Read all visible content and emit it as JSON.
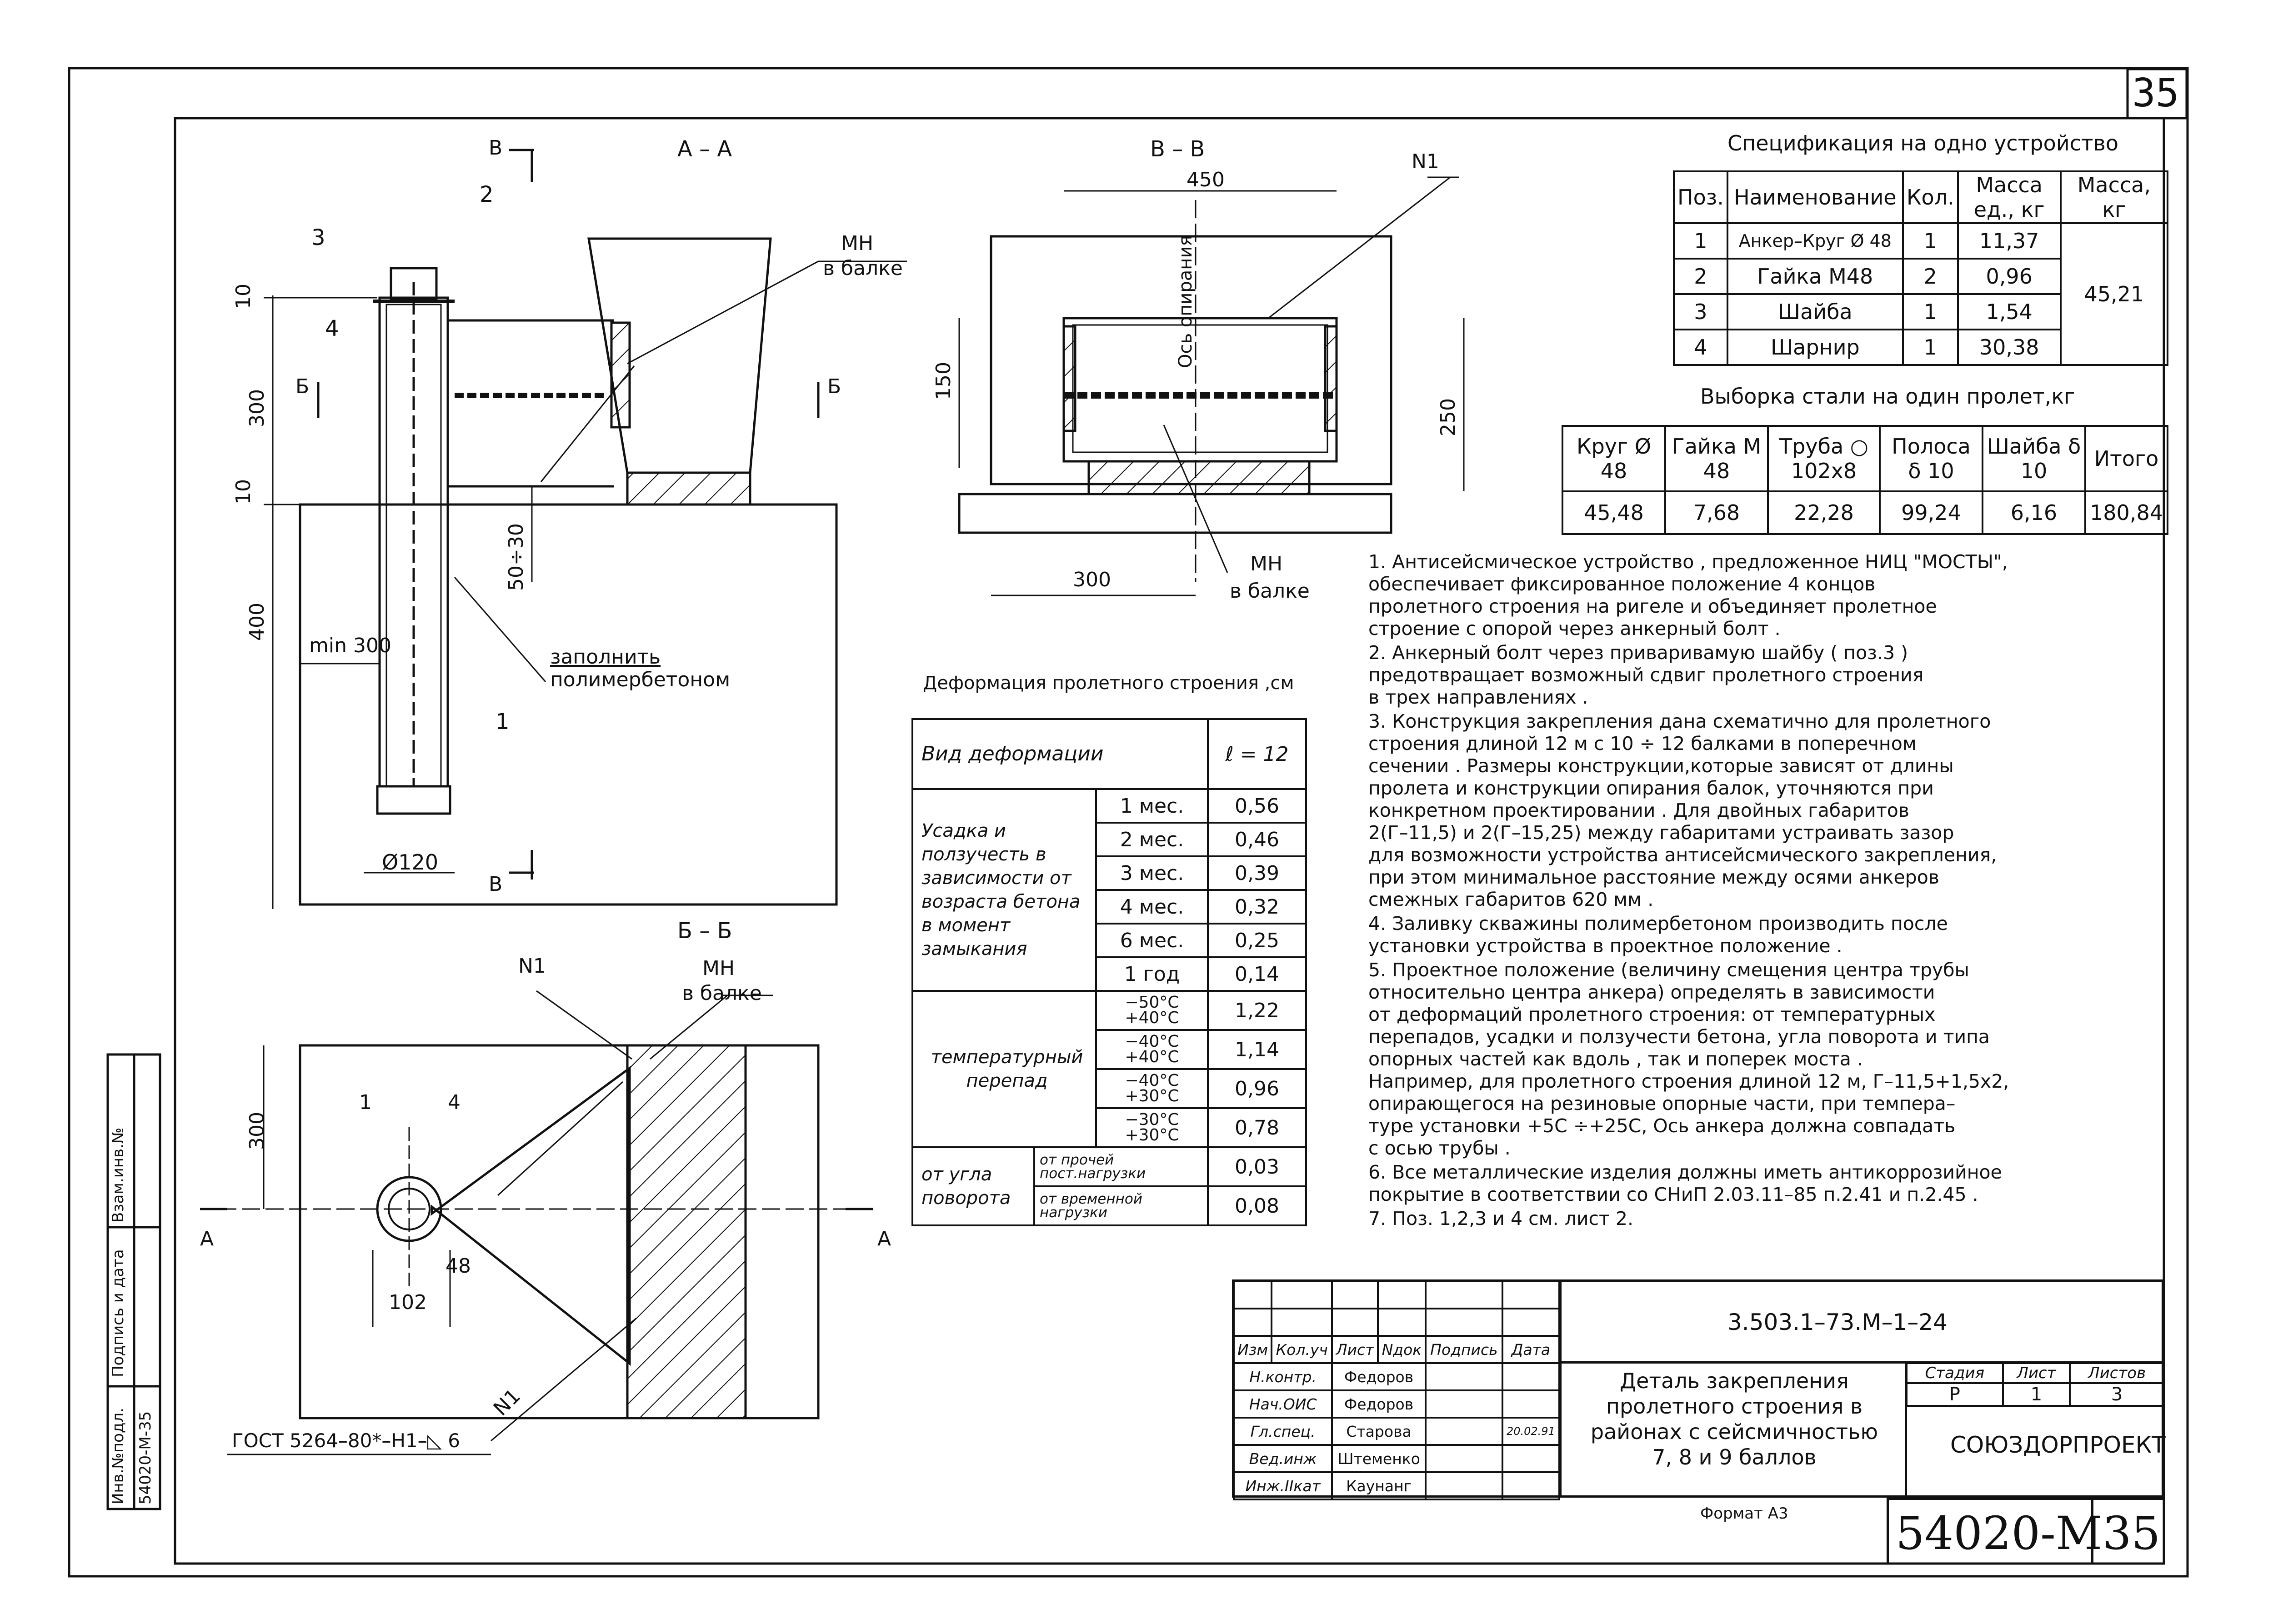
{
  "sheet": {
    "number": "35",
    "format": "Формат А3",
    "code": "54020-М",
    "code_number": "35"
  },
  "side_stamp": {
    "labels": [
      "Инв.№подл.",
      "Подпись и дата",
      "Взам.инв.№"
    ],
    "inv_value": "54020-М-35"
  },
  "views": {
    "aa": {
      "title": "А – А",
      "marks": [
        "В",
        "В",
        "Б",
        "Б"
      ],
      "positions": [
        "2",
        "3",
        "4",
        "1"
      ],
      "dims": [
        "10",
        "300",
        "10",
        "400",
        "50÷30",
        "min 300",
        "Ø120"
      ],
      "callouts": [
        "МН",
        "в балке",
        "заполнить",
        "полимербетоном"
      ]
    },
    "bb": {
      "title": "В – В",
      "dims": [
        "450",
        "150",
        "250",
        "300"
      ],
      "labels": [
        "N1",
        "Ось опирания",
        "МН",
        "в балке"
      ]
    },
    "cc": {
      "title": "Б – Б",
      "dims": [
        "300",
        "48",
        "102"
      ],
      "labels": [
        "N1",
        "МН",
        "в балке",
        "1",
        "4",
        "N1",
        "А",
        "А"
      ],
      "gost": "ГОСТ 5264–80*–Н1–◺ 6"
    }
  },
  "spec_table": {
    "title": "Спецификация на одно устройство",
    "headers": [
      "Поз.",
      "Наименование",
      "Кол.",
      "Масса ед., кг",
      "Масса, кг"
    ],
    "rows": [
      [
        "1",
        "Анкер–Круг Ø 48",
        "1",
        "11,37"
      ],
      [
        "2",
        "Гайка М48",
        "2",
        "0,96"
      ],
      [
        "3",
        "Шайба",
        "1",
        "1,54"
      ],
      [
        "4",
        "Шарнир",
        "1",
        "30,38"
      ]
    ],
    "total_mass": "45,21"
  },
  "steel_table": {
    "title": "Выборка стали на один пролет,кг",
    "headers": [
      "Круг Ø 48",
      "Гайка М 48",
      "Труба ○ 102х8",
      "Полоса δ 10",
      "Шайба δ 10",
      "Итого"
    ],
    "values": [
      "45,48",
      "7,68",
      "22,28",
      "99,24",
      "6,16",
      "180,84"
    ]
  },
  "deform_table": {
    "title": "Деформация пролетного строения ,см",
    "header_kind": "Вид деформации",
    "header_l": "ℓ = 12",
    "group1": "Усадка и ползучесть в зависимости от возраста бетона в момент замыкания",
    "group1_rows": [
      [
        "1 мес.",
        "0,56"
      ],
      [
        "2 мес.",
        "0,46"
      ],
      [
        "3 мес.",
        "0,39"
      ],
      [
        "4 мес.",
        "0,32"
      ],
      [
        "6 мес.",
        "0,25"
      ],
      [
        "1 год",
        "0,14"
      ]
    ],
    "group2": "температурный перепад",
    "group2_rows": [
      [
        "−50°С +40°С",
        "1,22"
      ],
      [
        "−40°С +40°С",
        "1,14"
      ],
      [
        "−40°С +30°С",
        "0,96"
      ],
      [
        "−30°С +30°С",
        "0,78"
      ]
    ],
    "group3": "от угла поворота",
    "group3_rows": [
      [
        "от прочей пост.нагрузки",
        "0,03"
      ],
      [
        "от временной нагрузки",
        "0,08"
      ]
    ]
  },
  "notes": [
    "1. Антисейсмическое устройство , предложенное НИЦ \"МОСТЫ\",\nобеспечивает фиксированное положение 4 концов\nпролетного строения на ригеле и объединяет пролетное\nстроение с опорой через анкерный болт .",
    "2. Анкерный болт через приваривамую шайбу ( поз.3 )\nпредотвращает возможный сдвиг пролетного строения\nв трех направлениях .",
    "3. Конструкция закрепления дана схематично для пролетного\nстроения длиной 12 м с 10 ÷ 12 балками в поперечном\nсечении . Размеры конструкции,которые зависят от длины\nпролета и конструкции опирания балок, уточняются при\nконкретном проектировании . Для двойных габаритов\n2(Г–11,5) и 2(Г–15,25) между габаритами устраивать зазор\nдля возможности устройства антисейсмического закрепления,\nпри этом минимальное расстояние между осями анкеров\nсмежных габаритов 620 мм .",
    "4. Заливку скважины полимербетоном производить после\nустановки устройства в проектное положение .",
    "5. Проектное положение (величину смещения центра трубы\nотносительно центра анкера) определять в зависимости\nот деформаций пролетного строения: от температурных\nперепадов, усадки и ползучести бетона, угла поворота и типа\nопорных частей как вдоль , так и поперек моста .\nНапример, для пролетного строения длиной 12 м, Г–11,5+1,5х2,\nопирающегося на резиновые опорные части, при темпера–\nтуре установки +5С ÷+25С, Ось анкера должна совпадать\nс осью трубы .",
    "6. Все металлические изделия должны иметь антикоррозийное\nпокрытие в соответствии со СНиП 2.03.11–85 п.2.41 и п.2.45 .",
    "7. Поз. 1,2,3 и 4 см. лист 2."
  ],
  "title_block": {
    "doc_code": "3.503.1–73.М–1–24",
    "col_headers": [
      "Изм",
      "Кол.уч",
      "Лист",
      "Nдок",
      "Подпись",
      "Дата"
    ],
    "roles": [
      [
        "Н.контр.",
        "Федоров"
      ],
      [
        "Нач.ОИС",
        "Федоров"
      ],
      [
        "Гл.спец.",
        "Старова"
      ],
      [
        "Вед.инж",
        "Штеменко"
      ],
      [
        "Инж.IIкат",
        "Каунанг"
      ]
    ],
    "date": "20.02.91",
    "title": "Деталь закрепления\nпролетного строения в\nрайонах с сейсмичностью\n7, 8 и 9 баллов",
    "stage_headers": [
      "Стадия",
      "Лист",
      "Листов"
    ],
    "stage_values": [
      "Р",
      "1",
      "3"
    ],
    "org": "СОЮЗДОРПРОЕКТ"
  }
}
